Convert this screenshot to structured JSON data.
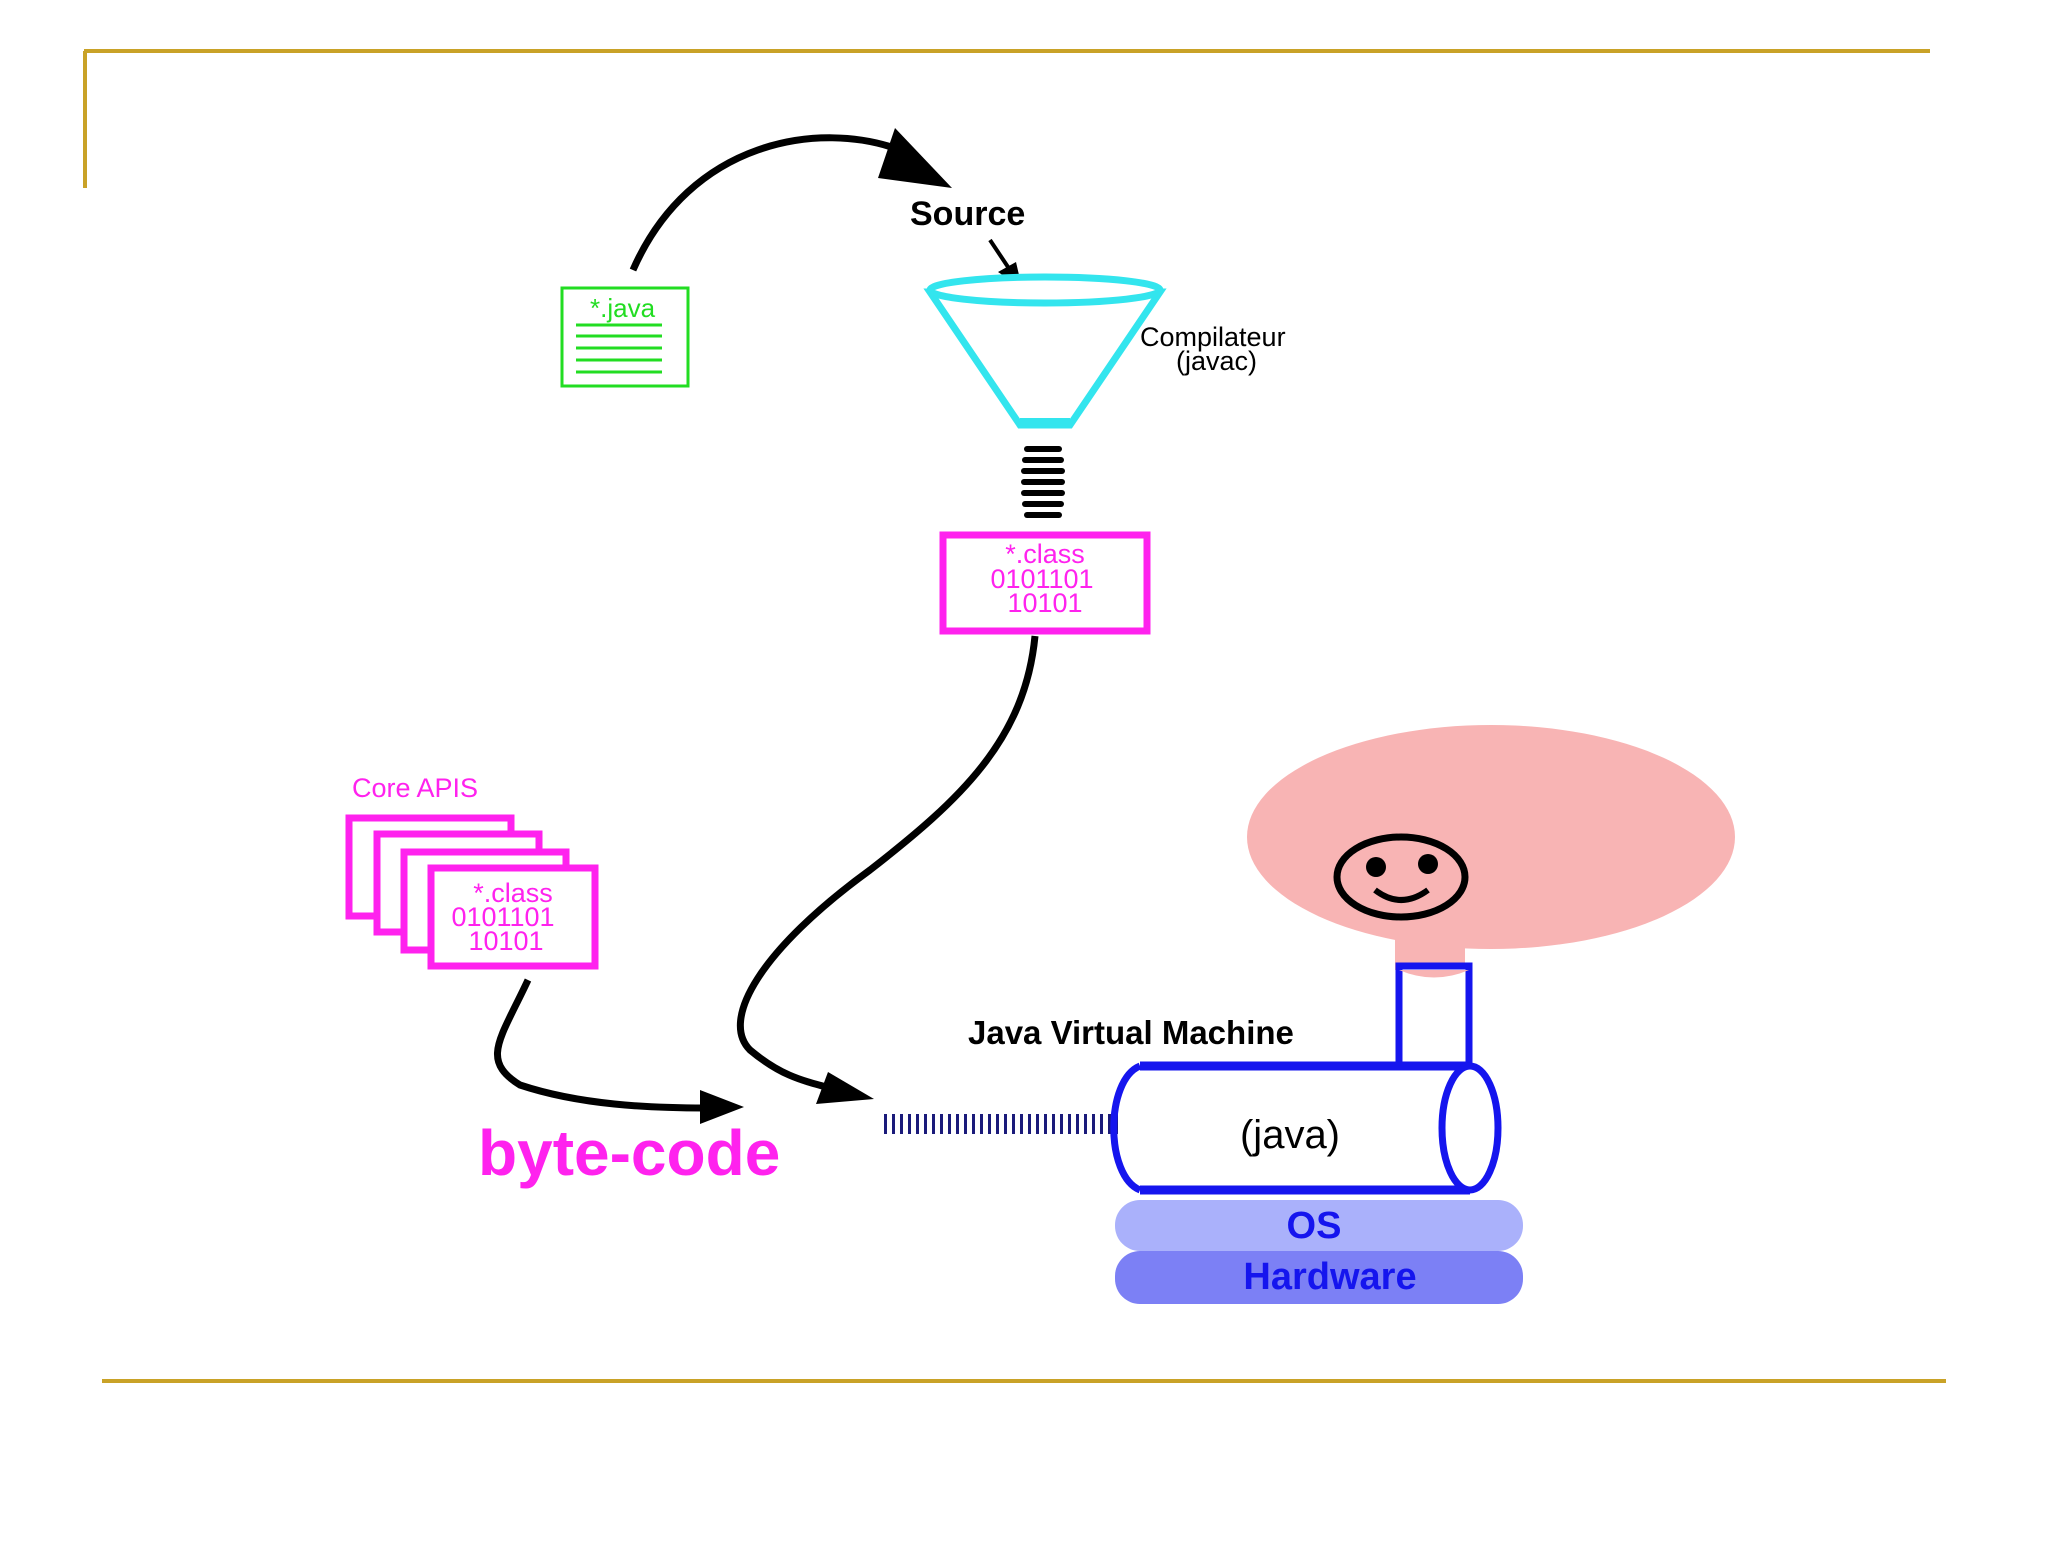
{
  "labels": {
    "source": "Source",
    "java_file": "*.java",
    "compiler_line1": "Compilateur",
    "compiler_line2": "(javac)",
    "class_line1": "*.class",
    "class_line2": "0101101",
    "class_line3": "10101",
    "core_apis": "Core APIS",
    "core_class_line1": "*.class",
    "core_class_line2": "0101101",
    "core_class_line3": "10101",
    "byte_code": "byte-code",
    "jvm": "Java Virtual Machine",
    "java_cmd": "(java)",
    "os": "OS",
    "hardware": "Hardware"
  },
  "colors": {
    "frame": "#c9a227",
    "java_file": "#22dd22",
    "funnel": "#33e5ee",
    "class_file": "#ff22ee",
    "jvm_blue": "#1515ee",
    "os_fill": "#aab1fb",
    "hardware_fill": "#7c80f5",
    "blob": "#f8b4b4",
    "arrow": "#000000"
  }
}
